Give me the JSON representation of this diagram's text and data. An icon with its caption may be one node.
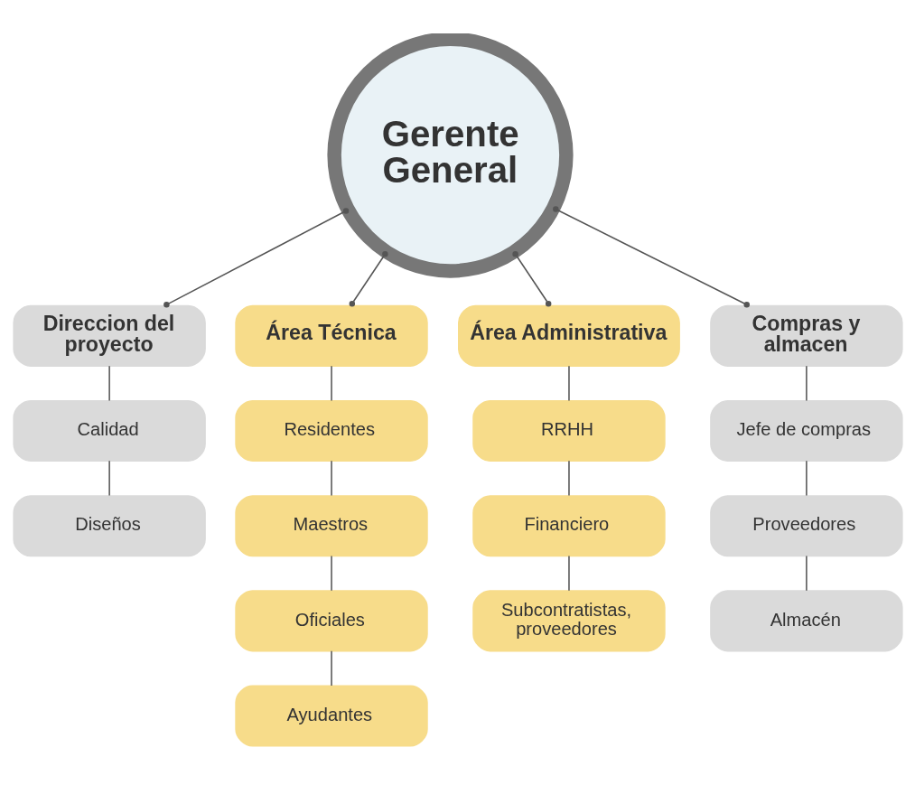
{
  "diagram": {
    "nodes": [
      {
        "text": [
          "Gerente General"
        ]
      },
      {
        "text": [
          "Direccion del proyecto"
        ]
      },
      {
        "text": [
          "Calidad"
        ]
      },
      {
        "text": [
          "Diseños"
        ]
      },
      {
        "text": [
          "Área Técnica"
        ]
      },
      {
        "text": [
          "Residentes"
        ]
      },
      {
        "text": [
          "Maestros"
        ]
      },
      {
        "text": [
          "Oficiales"
        ]
      },
      {
        "text": [
          "Ayudantes"
        ]
      },
      {
        "text": [
          "Área Administrativa"
        ]
      },
      {
        "text": [
          "RRHH"
        ]
      },
      {
        "text": [
          "Financiero"
        ]
      },
      {
        "text": [
          "Subcontratistas, proveedores"
        ]
      },
      {
        "text": [
          "Compras y almacen"
        ]
      },
      {
        "text": [
          "Jefe de compras"
        ]
      },
      {
        "text": [
          "Proveedores"
        ]
      },
      {
        "text": [
          "Almacén"
        ]
      }
    ],
    "edges": [
      {
        "from": 0,
        "to": 1,
        "arrow": "other"
      },
      {
        "from": 0,
        "to": 4,
        "arrow": "other"
      },
      {
        "from": 0,
        "to": 9,
        "arrow": "other"
      },
      {
        "from": 0,
        "to": 13,
        "arrow": "other"
      },
      {
        "from": 1,
        "to": 2,
        "arrow": "none"
      },
      {
        "from": 2,
        "to": 3,
        "arrow": "none"
      },
      {
        "from": 4,
        "to": 5,
        "arrow": "none"
      },
      {
        "from": 5,
        "to": 6,
        "arrow": "none"
      },
      {
        "from": 6,
        "to": 7,
        "arrow": "none"
      },
      {
        "from": 7,
        "to": 8,
        "arrow": "none"
      },
      {
        "from": 9,
        "to": 10,
        "arrow": "none"
      },
      {
        "from": 10,
        "to": 11,
        "arrow": "none"
      },
      {
        "from": 11,
        "to": 12,
        "arrow": "none"
      },
      {
        "from": 13,
        "to": 14,
        "arrow": "none"
      },
      {
        "from": 14,
        "to": 15,
        "arrow": "none"
      },
      {
        "from": 15,
        "to": 16,
        "arrow": "none"
      }
    ]
  }
}
